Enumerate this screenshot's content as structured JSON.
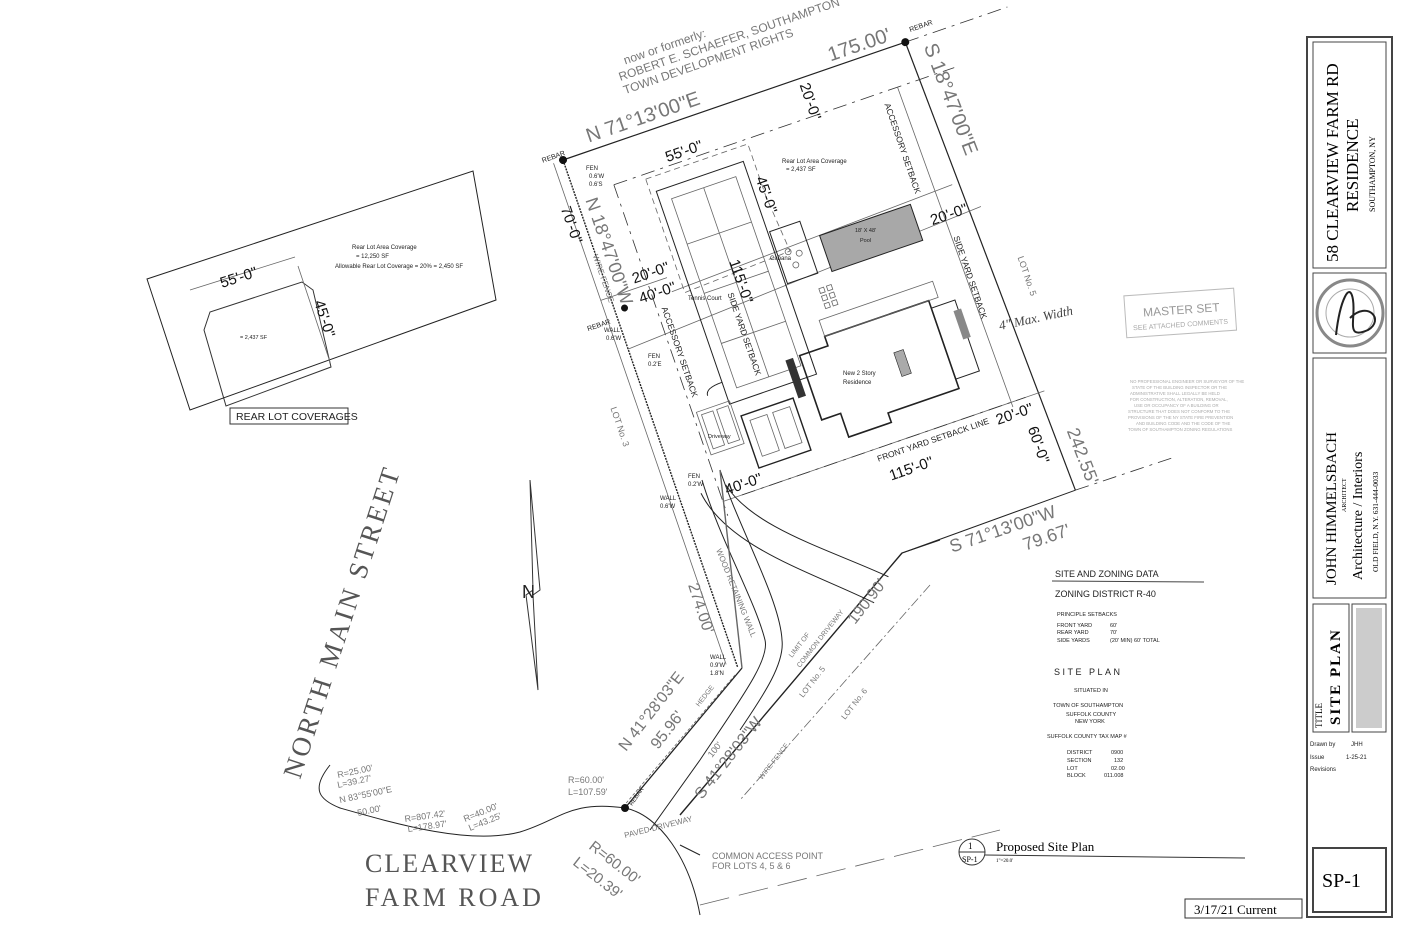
{
  "neighbor": {
    "l1": "now or formerly:",
    "l2": "ROBERT E. SCHAEFER, SOUTHAMPTON",
    "l3": "TOWN DEVELOPMENT RIGHTS"
  },
  "bearings": {
    "north": "N 71°13'00\"E",
    "north_len": "175.00'",
    "east": "S 18°47'00\"E",
    "east_len": "242.55'",
    "south": "S 71°13'00\"W",
    "south_len": "79.67'",
    "west": "N 18°47'00\"W",
    "west_len": "274.00'",
    "drive_w": "N 41°28'03\"E",
    "drive_w_len": "95.96'",
    "drive_e": "S 41°28'03\"W",
    "drive_e_len": "190.90'",
    "drive_100": "100'"
  },
  "dims": {
    "d55": "55'-0\"",
    "d45": "45'-0\"",
    "d20a": "20'-0\"",
    "d20b": "20'-0\"",
    "d20c": "20'-0\"",
    "d20d": "20'-0\"",
    "d70": "70'-0\"",
    "d40a": "40'-0\"",
    "d40b": "40'-0\"",
    "d115a": "115'-0\"",
    "d115b": "115'-0\"",
    "d60": "60'-0\""
  },
  "labels": {
    "rebar": "REBAR",
    "accessory_setback": "ACCESSORY SETBACK",
    "side_yard_setback": "SIDE YARD SETBACK",
    "front_yard_setback": "FRONT YARD SETBACK LINE",
    "lot3": "LOT No. 3",
    "lot5": "LOT No. 5",
    "lot6": "LOT No. 6",
    "rear_cov_1": "Rear Lot Area Coverage",
    "rear_cov_2": "= 2,437 SF",
    "tennis": "Tennis Court",
    "cabana": "Cabana",
    "pool_1": "18' X 48'",
    "pool_2": "Pool",
    "residence_1": "New 2 Story",
    "residence_2": "Residence",
    "driveway": "Driveway",
    "wire_fence": "WIRE FENCE",
    "fen1": "FEN",
    "fen1b": "0.6'W",
    "fen1c": "0.6'S",
    "wall1": "WALL",
    "wall1b": "0.6'W",
    "fen2": "FEN",
    "fen2b": "0.2'E",
    "fen3": "FEN",
    "fen3b": "0.2'W",
    "wall2": "WALL",
    "wall2b": "0.6'W",
    "wall3": "WALL",
    "wall3b": "0.9'W",
    "wall3c": "1.8'N",
    "wood_wall": "WOOD RETAINING WALL",
    "hedge": "HEDGE",
    "limit_1": "LIMIT OF",
    "limit_2": "COMMON DRIVEWAY",
    "handwritten": "4\" Max. Width"
  },
  "road": {
    "r25": "R=25.00'",
    "l39": "L=39.27'",
    "n83": "N 83°55'00\"E",
    "d50": "50.00'",
    "r807": "R=807.42'",
    "l178": "L=178.97'",
    "r40": "R=40.00'",
    "l43": "L=43.25'",
    "r60": "R=60.00'",
    "l107": "L=107.59'",
    "r60b": "R=60.00'",
    "l20": "L=20.39'",
    "paved": "PAVED DRIVEWAY",
    "access_1": "COMMON ACCESS POINT",
    "access_2": "FOR LOTS 4, 5 & 6",
    "clearview_1": "CLEARVIEW",
    "clearview_2": "FARM ROAD",
    "north_main": "NORTH MAIN STREET",
    "north_arrow": "N"
  },
  "rear_lot_box": {
    "cov_1": "Rear Lot Area Coverage",
    "cov_2": "= 12,250 SF",
    "allow": "Allowable Rear Lot Coverage = 20% = 2,450 SF",
    "d55": "55'-0\"",
    "d45": "45'-0\"",
    "area": "= 2,437 SF",
    "caption": "REAR LOT COVERAGES"
  },
  "stamp": {
    "l1": "MASTER SET",
    "l2": "SEE ATTACHED COMMENTS"
  },
  "notice": [
    "NO PROFESSIONAL ENGINEER OR SURVEYOR OF THE",
    "STATE OF THE BUILDING INSPECTOR OR THE",
    "ADMINISTRATIVE SHALL LEGALLY BE HELD",
    "FOR CONSTRUCTION, ALTERATION, REMOVAL,",
    "USE OR OCCUPANCY OF A BUILDING OR",
    "STRUCTURE THAT DOES NOT CONFORM TO THE",
    "PROVISIONS OF THE NY STATE FIRE PREVENTION",
    "AND BUILDING CODE AND THE CODE OF THE",
    "TOWN OF SOUTHAMPTON ZONING REGULATIONS"
  ],
  "zoning": {
    "title": "SITE AND ZONING DATA",
    "district": "ZONING DISTRICT  R-40",
    "principle": "PRINCIPLE SETBACKS",
    "rows": [
      {
        "k": "FRONT YARD",
        "v": "60'"
      },
      {
        "k": "REAR  YARD",
        "v": "70'"
      },
      {
        "k": "SIDE  YARDS",
        "v": "(20' MIN)  60' TOTAL"
      }
    ],
    "site_plan": "SITE  PLAN",
    "situated": "SITUATED IN",
    "town": "TOWN OF SOUTHAMPTON",
    "county": "SUFFOLK COUNTY",
    "state": "NEW YORK",
    "taxmap": "SUFFOLK COUNTY TAX MAP #",
    "tax": [
      {
        "k": "DISTRICT",
        "v": "0900"
      },
      {
        "k": "SECTION",
        "v": "132"
      },
      {
        "k": "LOT",
        "v": "02.00"
      },
      {
        "k": "BLOCK",
        "v": "011.008"
      }
    ]
  },
  "drawing_title": {
    "num": "1",
    "sheet": "SP-1",
    "title": "Proposed Site Plan",
    "scale": "1\"=20.0'"
  },
  "current": "3/17/21 Current",
  "title_block": {
    "project_1": "58 CLEARVIEW FARM RD",
    "project_2": "RESIDENCE",
    "location": "SOUTHAMPTON, NY",
    "architect": "JOHN HIMMELSBACH",
    "architect_role": "ARCHITECT",
    "firm": "Architecture / Interiors",
    "address": "OLD FIELD, N.Y.  631-444-0033",
    "title_label": "TITLE",
    "sheet_title": "SITE PLAN",
    "drawn_by_label": "Drawn by",
    "drawn_by": "JHH",
    "issue_label": "Issue",
    "issue": "1-25-21",
    "revisions_label": "Revisions",
    "sheet_no": "SP-1"
  }
}
